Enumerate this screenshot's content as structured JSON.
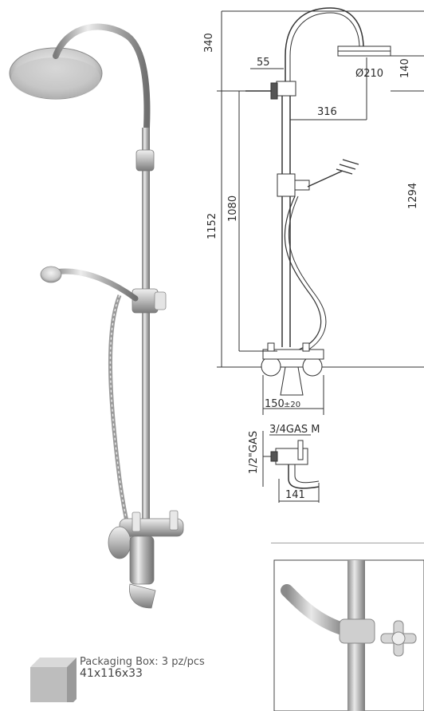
{
  "dimensions": {
    "overall_top_height": "340",
    "arm_offset": "55",
    "shower_head_diameter": "Ø210",
    "head_height": "140",
    "arm_length": "316",
    "height_1152": "1152",
    "height_1080": "1080",
    "height_1294": "1294",
    "center_distance": "150",
    "center_tolerance": "±20",
    "inlet_thread": "3/4GAS M",
    "side_thread": "1/2\"GAS",
    "spout_length": "141"
  },
  "packaging": {
    "label": "Packaging Box: 3 pz/pcs",
    "size": "41x116x33"
  },
  "colors": {
    "chrome_dark": "#8e8e8e",
    "chrome_light": "#e6e6e6",
    "line": "#333333",
    "box_top": "#d9d9d9",
    "box_side": "#9a9a9a",
    "box_front": "#bdbdbd"
  }
}
